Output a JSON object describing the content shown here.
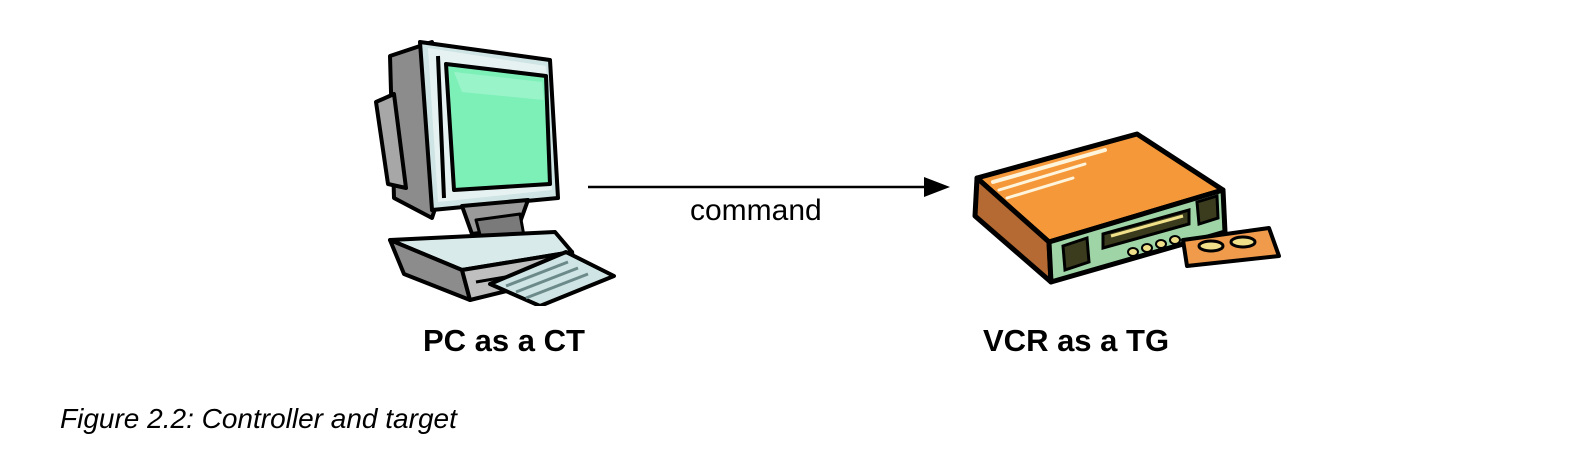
{
  "diagram": {
    "nodes": [
      {
        "id": "pc",
        "label": "PC as a CT",
        "icon": "computer-icon"
      },
      {
        "id": "vcr",
        "label": "VCR as a TG",
        "icon": "vcr-icon"
      }
    ],
    "edges": [
      {
        "from": "pc",
        "to": "vcr",
        "label": "command",
        "direction": "left-to-right"
      }
    ]
  },
  "caption": "Figure 2.2: Controller and target",
  "colors": {
    "screen": "#7df0b8",
    "monitor_frame": "#cfe4e4",
    "monitor_side": "#8c8c8c",
    "vcr_top": "#f5983a",
    "vcr_side": "#b46a32",
    "vcr_panel": "#9fd5a6",
    "cassette": "#f09a4c"
  }
}
